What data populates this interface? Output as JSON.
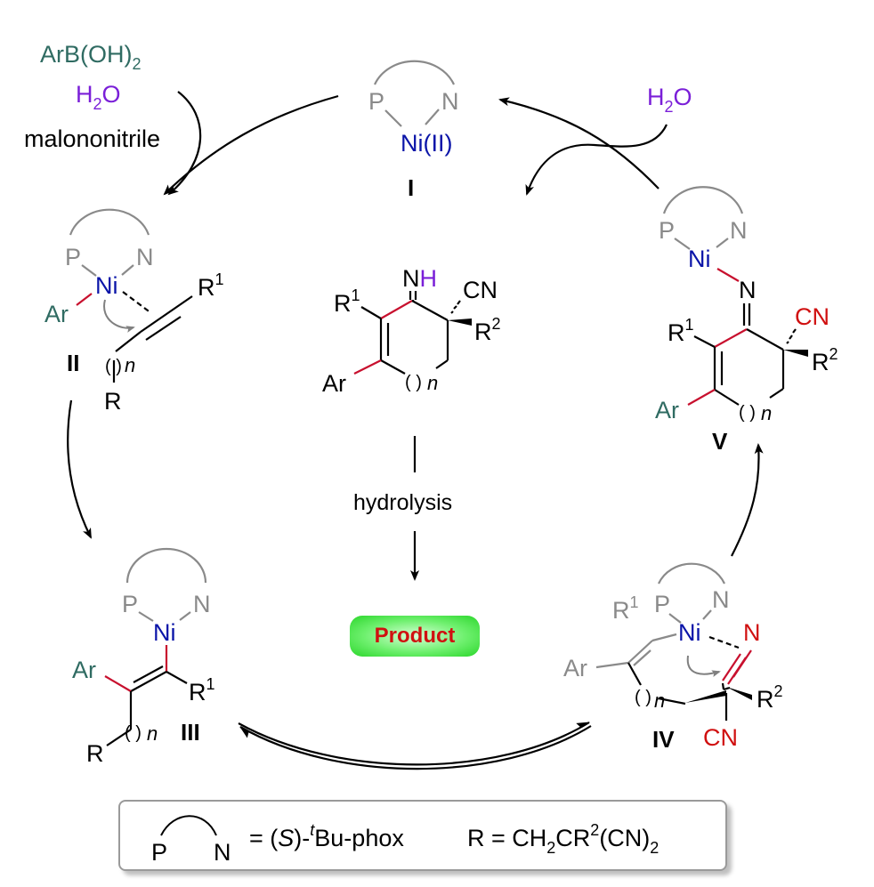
{
  "colors": {
    "ligand": "#8a8a8a",
    "nickel": "#0a14a8",
    "aryl": "#2f6b62",
    "water": "#7a1fd8",
    "highlight_bond": "#c8102e",
    "nitrile_red": "#d01010",
    "product_bg": "#4ee84e"
  },
  "reagents": {
    "arylboronic": "ArB(OH)",
    "arylboronic_sub": "2",
    "water_main": "H",
    "water_sub": "2",
    "water_end": "O",
    "malononitrile": "malononitrile",
    "water2_main": "H",
    "water2_sub": "2",
    "water2_end": "O"
  },
  "intermediates": {
    "I": {
      "label": "I",
      "P": "P",
      "N": "N",
      "metal": "Ni(II)"
    },
    "II": {
      "label": "II",
      "P": "P",
      "N": "N",
      "metal": "Ni",
      "aryl": "Ar",
      "R1": "R",
      "R1_sup": "1",
      "chain": "( )",
      "n": "n",
      "R": "R"
    },
    "III": {
      "label": "III",
      "P": "P",
      "N": "N",
      "metal": "Ni",
      "aryl": "Ar",
      "R1": "R",
      "R1_sup": "1",
      "chain": "( )",
      "n": "n",
      "R": "R"
    },
    "IV": {
      "label": "IV",
      "P": "P",
      "N": "N",
      "metal": "Ni",
      "aryl": "Ar",
      "R1": "R",
      "R1_sup": "1",
      "nitrile_N": "N",
      "R2": "R",
      "R2_sup": "2",
      "CN": "CN",
      "chain": "( )",
      "n": "n"
    },
    "V": {
      "label": "V",
      "P": "P",
      "N": "N",
      "metal": "Ni",
      "imine_N": "N",
      "CN": "CN",
      "R1": "R",
      "R1_sup": "1",
      "R2": "R",
      "R2_sup": "2",
      "aryl": "Ar",
      "chain": "( )",
      "n": "n"
    }
  },
  "center_product": {
    "NH_N": "N",
    "NH_H": "H",
    "CN": "CN",
    "R1": "R",
    "R1_sup": "1",
    "R2": "R",
    "R2_sup": "2",
    "aryl": "Ar",
    "chain": "( )",
    "n": "n",
    "step": "hydrolysis",
    "product_label": "Product"
  },
  "legend": {
    "P": "P",
    "N": "N",
    "ligand_def_prefix": "= (",
    "ligand_S": "S",
    "ligand_mid": ")-",
    "ligand_t": "t",
    "ligand_end": "Bu-phox",
    "R_def_prefix": "R = CH",
    "R_sub1": "2",
    "R_mid": "CR",
    "R_sup": "2",
    "R_mid2": "(CN)",
    "R_sub2": "2"
  }
}
